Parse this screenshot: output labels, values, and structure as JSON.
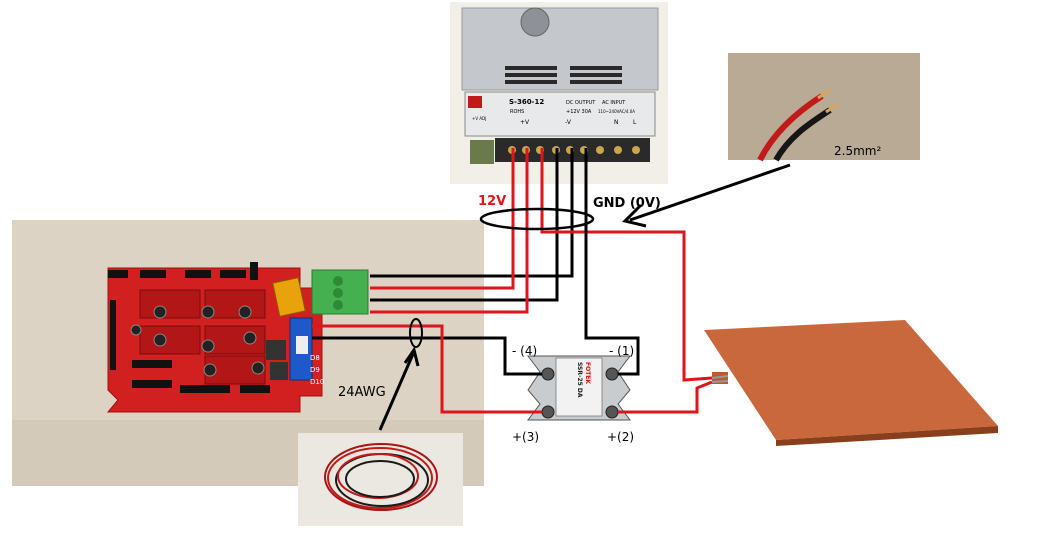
{
  "labels": {
    "v12": "12V",
    "gnd": "GND (0V)",
    "wire_gauge": "2.5mm²",
    "thin_wire": "24AWG",
    "ssr_minus4": "- (4)",
    "ssr_minus1": "- (1)",
    "ssr_plus3": "+(3)",
    "ssr_plus2": "+(2)"
  },
  "psu": {
    "model": "S-360-12",
    "dc_output": "DC OUTPUT",
    "ac_input": "AC INPUT",
    "rating": "+12V  30A",
    "ac_rating": "110~240VAC/4.0A",
    "rohs": "ROHS",
    "plus_v": "+V",
    "minus_v": "-V",
    "n": "N",
    "l": "L",
    "adj": "+V ADJ"
  },
  "ssr": {
    "model": "SSR-25 DA",
    "brand": "FOTEK"
  },
  "board": {
    "d8": "D8",
    "d9": "D9",
    "d10": "D10"
  },
  "colors": {
    "red_wire": "#e0151c",
    "black_wire": "#000000",
    "label_red": "#e0151c",
    "heatbed": "#c9683d",
    "board_red": "#d21f1f"
  }
}
